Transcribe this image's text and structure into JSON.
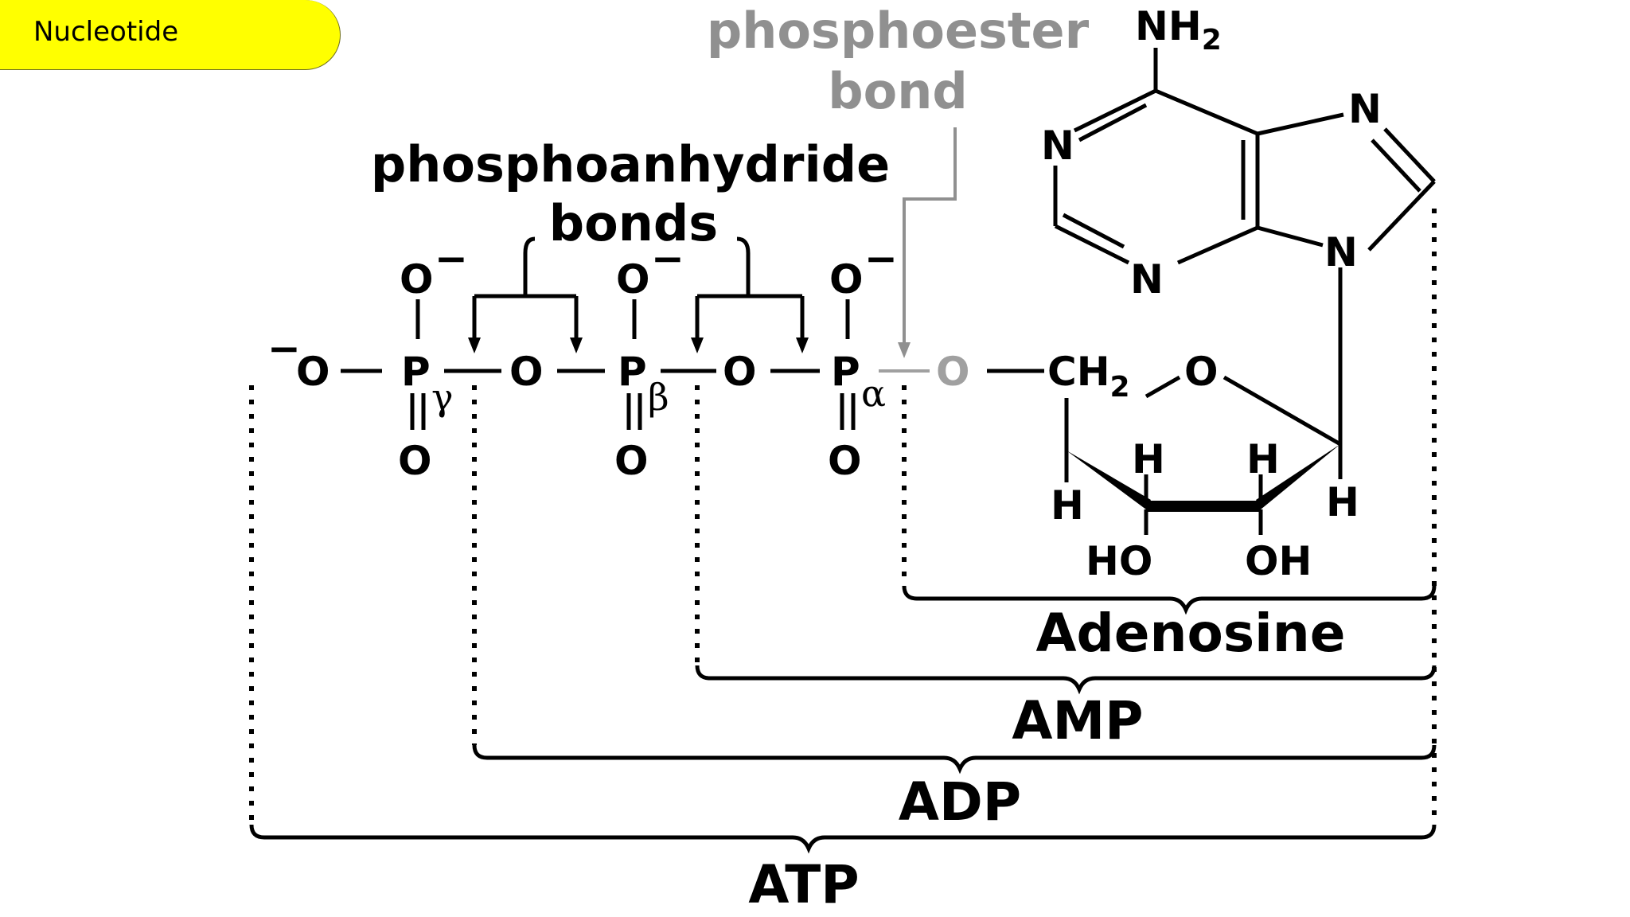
{
  "slide": {
    "title": "Nucleotide"
  },
  "diagram": {
    "labels": {
      "phosphoester": "phosphoester",
      "bond": "bond",
      "phosphoanhydride": "phosphoanhydride",
      "bonds": "bonds",
      "adenosine": "Adenosine",
      "amp": "AMP",
      "adp": "ADP",
      "atp": "ATP"
    },
    "atoms": {
      "nh2_main": "NH",
      "nh2_sub": "2",
      "n": "N",
      "o": "O",
      "p": "P",
      "ch2_main": "CH",
      "ch2_sub": "2",
      "h": "H",
      "ho": "HO",
      "oh": "OH",
      "minus": "−"
    },
    "greek": {
      "gamma": "γ",
      "beta": "β",
      "alpha": "α"
    },
    "colors": {
      "highlight": "#ffff00",
      "gray_label": "#909090"
    }
  }
}
